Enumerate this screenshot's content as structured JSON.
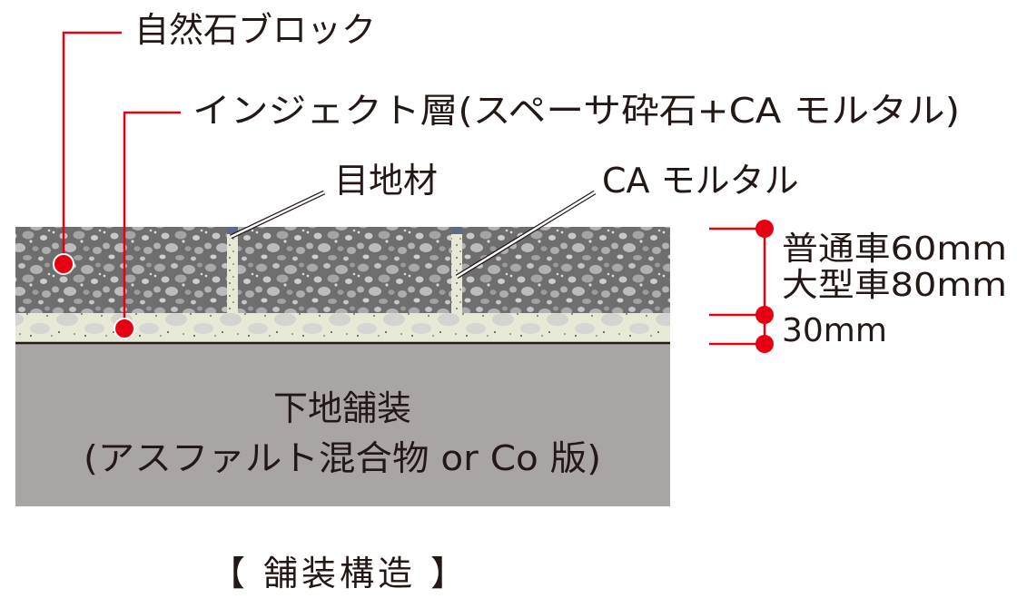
{
  "labels": {
    "stone_block": "自然石ブロック",
    "inject_layer": "インジェクト層(スペーサ砕石+CA モルタル)",
    "joint_material": "目地材",
    "ca_mortar": "CA モルタル",
    "base_line1": "下地舗装",
    "base_line2": "(アスファルト混合物 or Co 版)"
  },
  "dimensions": {
    "regular": "普通車60mm",
    "large": "大型車80mm",
    "inject": "30mm"
  },
  "caption": "【 舗装構造 】",
  "colors": {
    "leader": "#e60012",
    "stone_dark": "#6f6e6f",
    "stone_light": "#c0bfc0",
    "mortar": "#e7e8d6",
    "base": "#aaa5a5",
    "line": "#231815"
  }
}
